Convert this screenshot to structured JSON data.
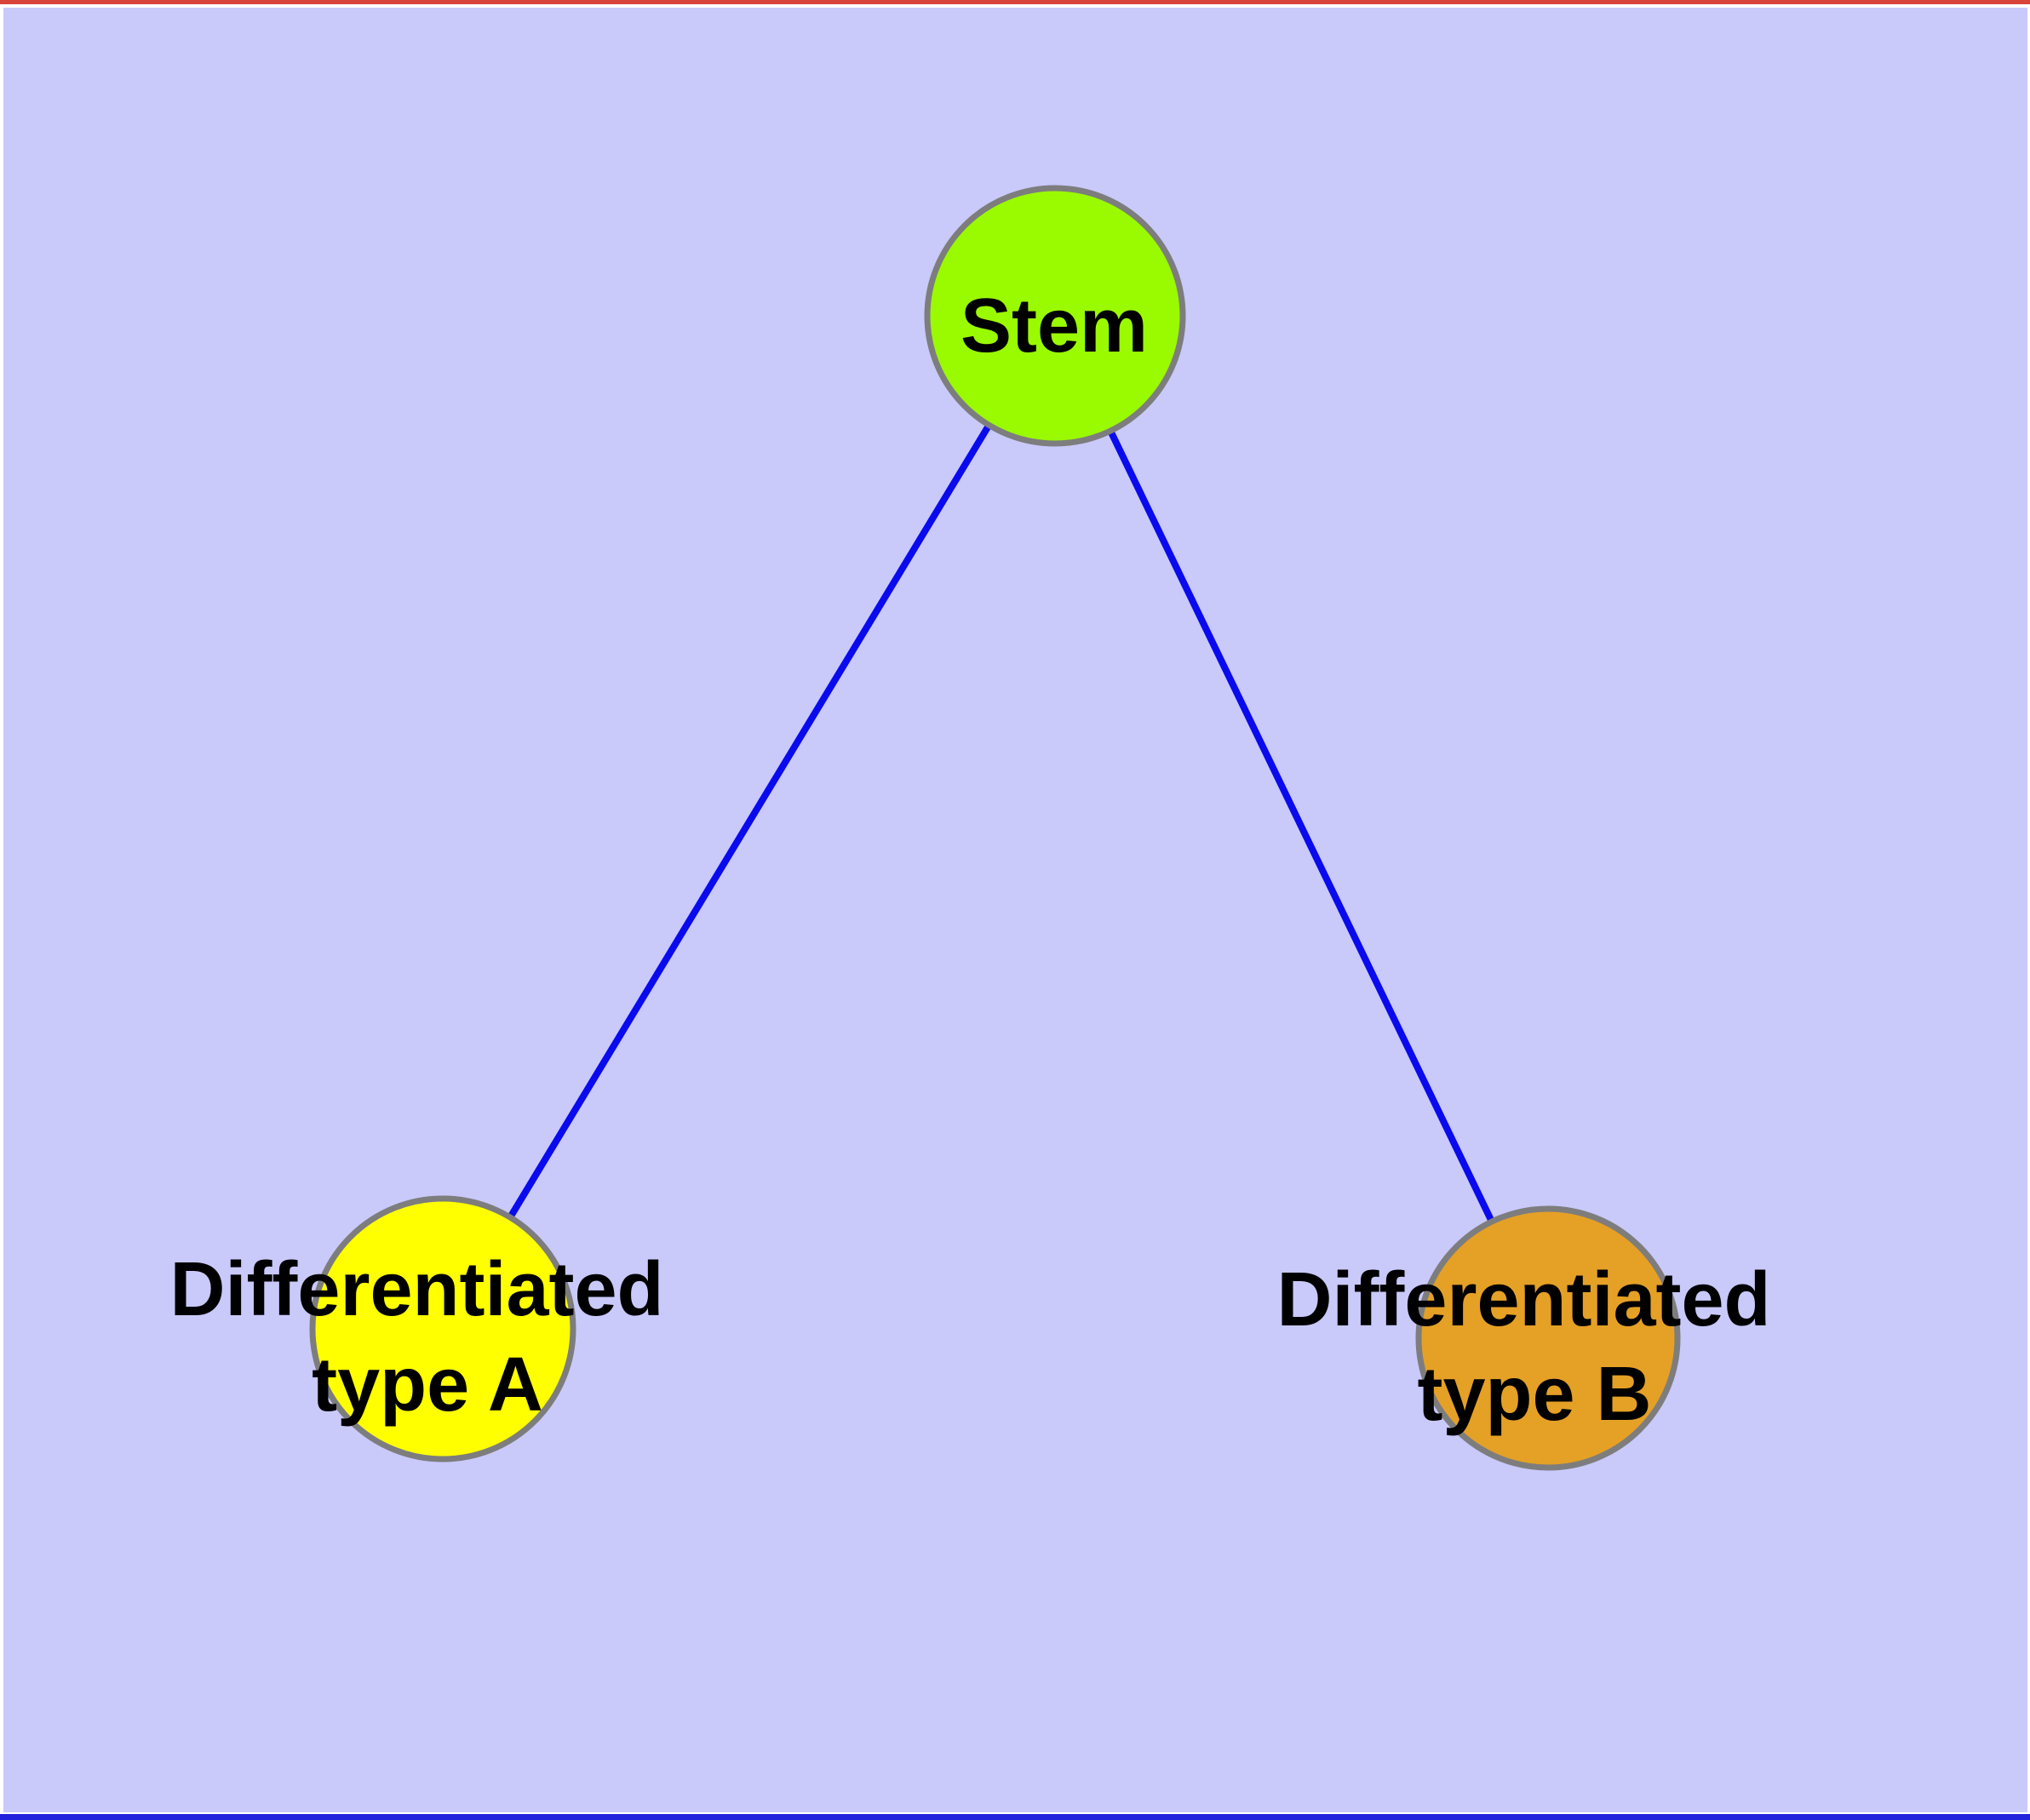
{
  "diagram": {
    "type": "graph",
    "background_color": "#C9C9FA",
    "window_top_edge_color": "#D9443A",
    "window_bottom_edge_color": "#2222DD",
    "edge_color": "#0A0AEE",
    "node_border_color": "#7D7D7D",
    "label_color": "#000000",
    "nodes": [
      {
        "name": "Stem",
        "label_lines": [
          "Stem"
        ],
        "color": "#9AFA00"
      },
      {
        "name": "Differentiated type A",
        "label_lines": [
          "Differentiated",
          "type A"
        ],
        "color": "#FFFF00"
      },
      {
        "name": "Differentiated type B",
        "label_lines": [
          "Differentiated",
          "type B"
        ],
        "color": "#E5A026"
      }
    ],
    "edges": [
      {
        "from": "Stem",
        "to": "Differentiated type A"
      },
      {
        "from": "Stem",
        "to": "Differentiated type B"
      }
    ]
  }
}
